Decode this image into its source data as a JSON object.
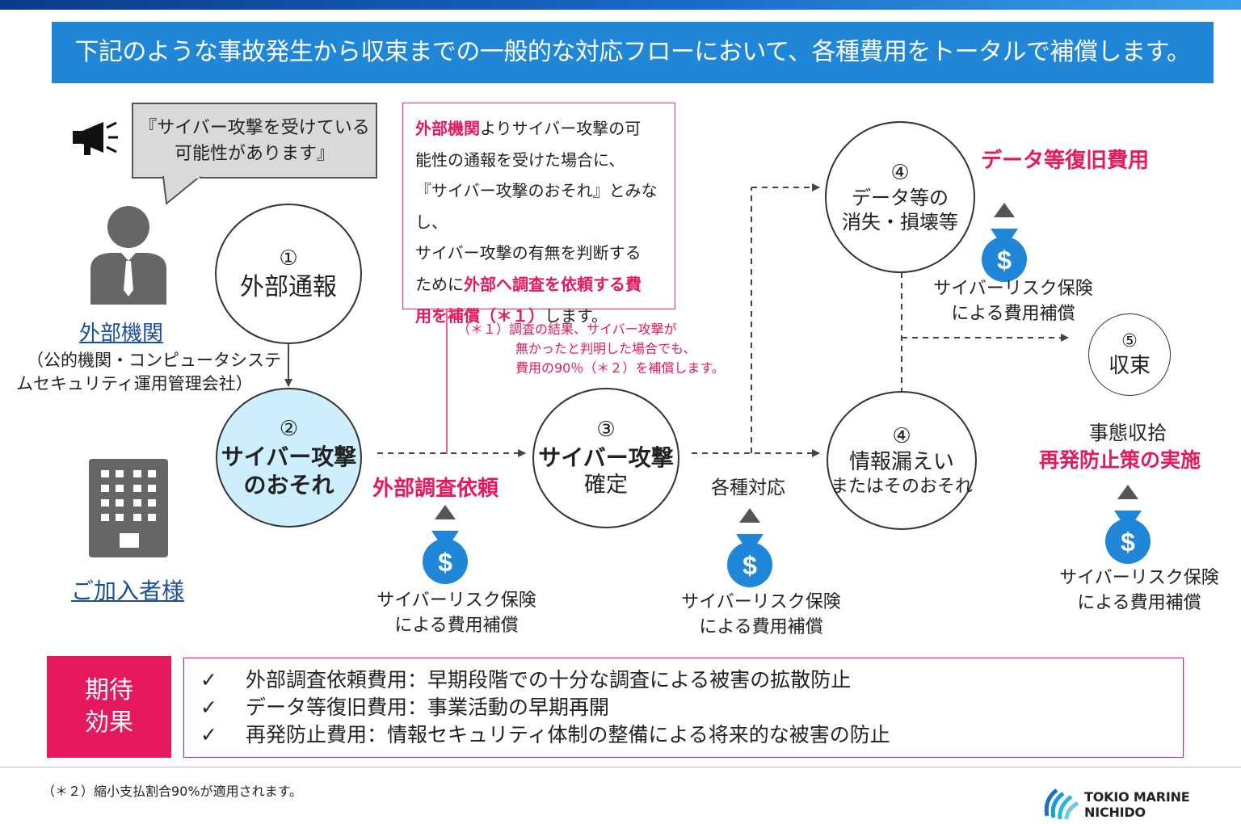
{
  "banner": "下記のような事故発生から収束までの一般的な対応フローにおいて、各種費用をトータルで補償します。",
  "speech": {
    "line1": "『サイバー攻撃を受けている",
    "line2": "可能性があります』"
  },
  "external_org": {
    "label": "外部機関",
    "desc1": "（公的機関・コンピュータシステ",
    "desc2": "ムセキュリティ運用管理会社）"
  },
  "subscriber": {
    "label": "ご加入者様"
  },
  "steps": {
    "s1": {
      "num": "①",
      "label": "外部通報"
    },
    "s2": {
      "num": "②",
      "line1": "サイバー攻撃",
      "line2": "のおそれ"
    },
    "s3": {
      "num": "③",
      "line1": "サイバー攻撃",
      "line2": "確定"
    },
    "s4a": {
      "num": "④",
      "line1": "データ等の",
      "line2": "消失・損壊等"
    },
    "s4b": {
      "num": "④",
      "line1": "情報漏えい",
      "line2": "またはそのおそれ"
    },
    "s5": {
      "num": "⑤",
      "label": "収束"
    }
  },
  "redbox": {
    "l1_red": "外部機関",
    "l1_rest": "よりサイバー攻撃の可",
    "l2": "能性の通報を受けた場合に、",
    "l3": "『サイバー攻撃のおそれ』とみなし、",
    "l4": "サイバー攻撃の有無を判断する",
    "l5_pre": "ために",
    "l5_red": "外部へ調査を依頼する費",
    "l6_red": "用を補償（＊１）",
    "l6_rest": "します。"
  },
  "note1": {
    "l1": "（＊１）調査の結果、サイバー攻撃が",
    "l2": "無かったと判明した場合でも、",
    "l3": "費用の90％（＊２）を補償します。"
  },
  "labels": {
    "investigation": "外部調査依頼",
    "data_recovery": "データ等復旧費用",
    "various": "各種対応",
    "settle": "事態収拾",
    "prevention": "再発防止策の実施"
  },
  "coverage": {
    "line1": "サイバーリスク保険",
    "line2": "による費用補償"
  },
  "effect": {
    "head1": "期待",
    "head2": "効果",
    "check": "✓",
    "items": [
      "外部調査依頼費用：早期段階での十分な調査による被害の拡散防止",
      "データ等復旧費用：事業活動の早期再開",
      "再発防止費用：情報セキュリティ体制の整備による将来的な被害の防止"
    ]
  },
  "footnote": "（＊２）縮小支払割合90%が適用されます。",
  "logo": {
    "line1": "TOKIO MARINE",
    "line2": "NICHIDO"
  },
  "colors": {
    "accent_blue": "#1f86d8",
    "pink": "#e6195e",
    "light_blue": "#cdeefc",
    "icon_gray": "#666666"
  }
}
